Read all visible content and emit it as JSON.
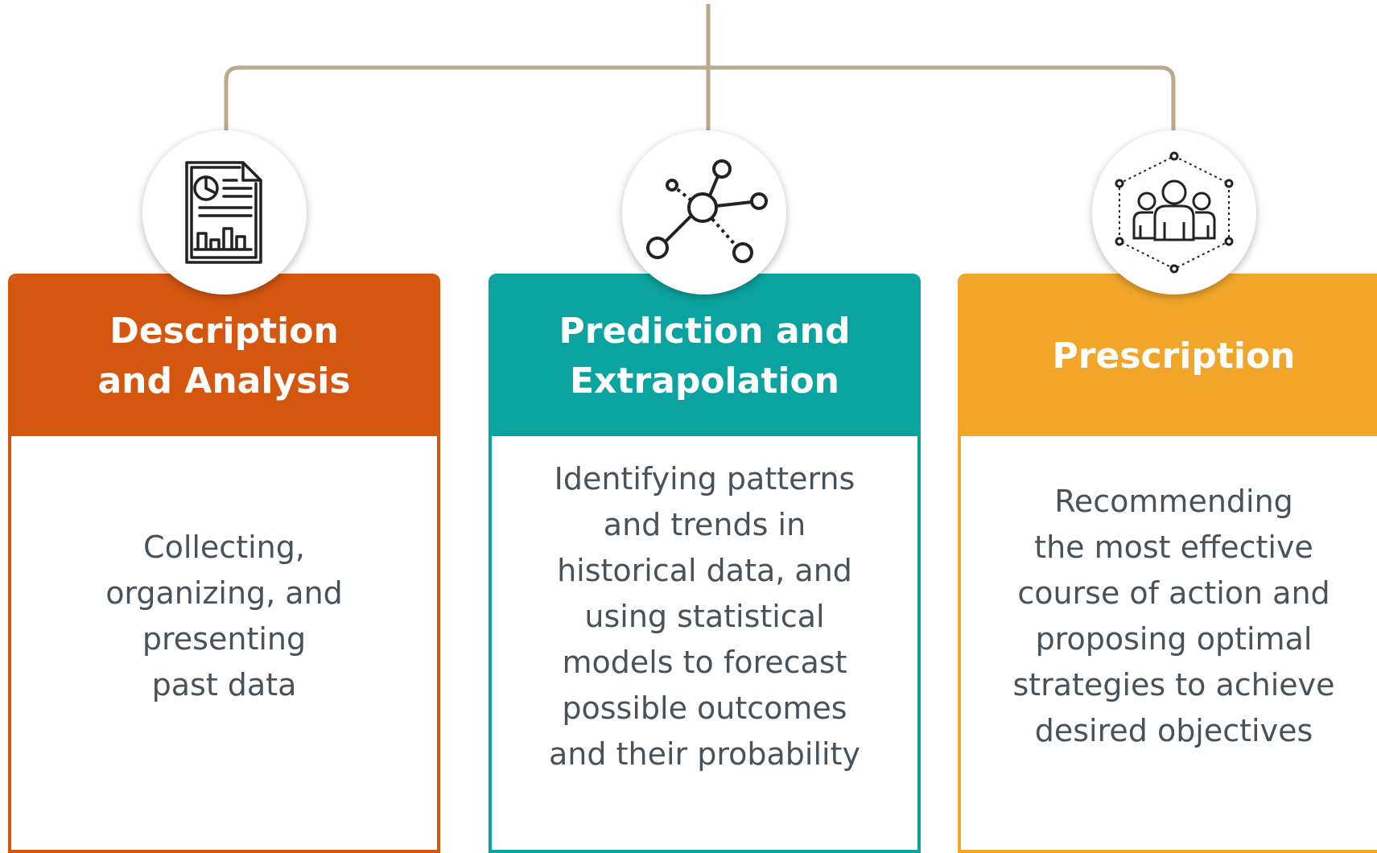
{
  "colors": {
    "connector": "#b9a98e",
    "description": "#d4560f",
    "prediction": "#0ba39f",
    "prescription": "#f1a62a",
    "text": "#4a5259",
    "icon": "#222222"
  },
  "cards": [
    {
      "title": "Description\nand Analysis",
      "description": "Collecting,\norganizing, and\npresenting\npast data",
      "icon": "report-chart-icon"
    },
    {
      "title": "Prediction and\nExtrapolation",
      "description": "Identifying patterns\nand trends in\nhistorical data, and\nusing statistical\nmodels to forecast\npossible outcomes\nand their probability",
      "icon": "network-nodes-icon"
    },
    {
      "title": "Prescription",
      "description": "Recommending\nthe most effective\ncourse of action and\nproposing optimal\nstrategies to achieve\ndesired objectives",
      "icon": "team-network-icon"
    }
  ]
}
